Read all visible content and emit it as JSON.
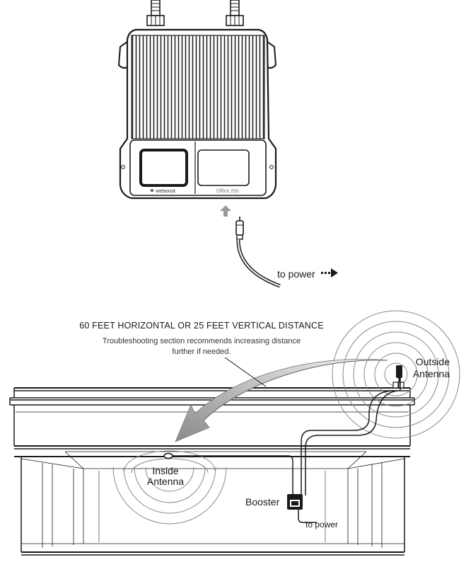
{
  "device": {
    "brand_text": "weboost",
    "model_text": "Office 200"
  },
  "top_power_label": "to power",
  "distance_heading": "60  FEET HORIZONTAL OR 25 FEET VERTICAL DISTANCE",
  "distance_note_line1": "Troubleshooting section recommends increasing distance",
  "distance_note_line2": "further if needed.",
  "outside_antenna_label": "Outside Antenna",
  "outside_antenna_line1": "Outside",
  "outside_antenna_line2": "Antenna",
  "inside_antenna_line1": "Inside",
  "inside_antenna_line2": "Antenna",
  "booster_label": "Booster",
  "bottom_power_label": "to power",
  "colors": {
    "line": "#1a1a1a",
    "arrow_dark": "#8c8c8c",
    "arrow_light": "#f0f0f0",
    "up_arrow": "#9a9a9a"
  }
}
